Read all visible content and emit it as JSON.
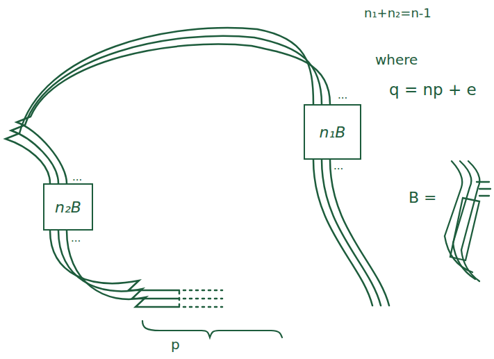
{
  "diagram": {
    "nodes": [
      {
        "text": [
          "n₁B"
        ]
      },
      {
        "text": [
          "n₂B"
        ]
      }
    ],
    "edges": [
      {
        "from": 1,
        "to": 0,
        "arrow": "none"
      }
    ],
    "labels": [
      "n₁+n₂=n-1",
      "where",
      "q = np + e",
      "B =",
      "...",
      "...",
      "...",
      "...",
      "p"
    ]
  }
}
